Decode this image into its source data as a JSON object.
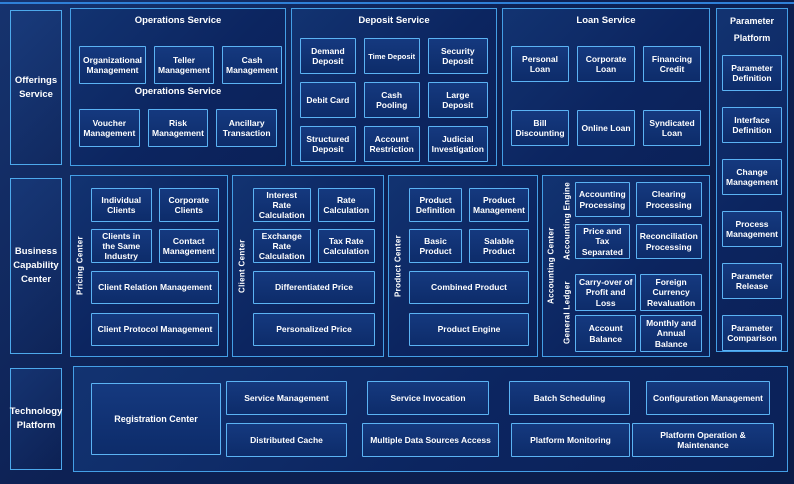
{
  "side_labels": {
    "offerings": "Offerings Service",
    "business": "Business Capability Center",
    "technology": "Technology Platform"
  },
  "operations": {
    "title": "Operations Service",
    "subtitle": "Operations Service",
    "items": [
      "Organizational Management",
      "Teller Management",
      "Cash Management",
      "Voucher Management",
      "Risk Management",
      "Ancillary Transaction"
    ]
  },
  "deposit": {
    "title": "Deposit Service",
    "items": [
      "Demand Deposit",
      "Time Deposit",
      "Security Deposit",
      "Debit Card",
      "Cash Pooling",
      "Large Deposit",
      "Structured Deposit",
      "Account Restriction",
      "Judicial Investigation"
    ]
  },
  "loan": {
    "title": "Loan Service",
    "items": [
      "Personal Loan",
      "Corporate Loan",
      "Financing Credit",
      "Bill Discounting",
      "Online Loan",
      "Syndicated Loan"
    ]
  },
  "parameter_platform": {
    "title": "Parameter Platform",
    "items": [
      "Parameter Definition",
      "Interface Definition",
      "Change Management",
      "Process Management",
      "Parameter Release",
      "Parameter Comparison"
    ]
  },
  "pricing_center": {
    "label": "Pricing Center",
    "items": [
      "Individual Clients",
      "Corporate Clients",
      "Clients in the Same Industry",
      "Contact Management"
    ],
    "wide": [
      "Client Relation Management",
      "Client Protocol Management"
    ]
  },
  "client_center": {
    "label": "Client Center",
    "items": [
      "Interest Rate Calculation",
      "Rate Calculation",
      "Exchange Rate Calculation",
      "Tax Rate Calculation"
    ],
    "wide": [
      "Differentiated Price",
      "Personalized Price"
    ]
  },
  "product_center": {
    "label": "Product Center",
    "items": [
      "Product Definition",
      "Product Management",
      "Basic Product",
      "Salable Product"
    ],
    "wide": [
      "Combined Product",
      "Product Engine"
    ]
  },
  "accounting_center": {
    "label": "Accounting Center",
    "engine_label": "Accounting Engine",
    "engine_items": [
      "Accounting Processing",
      "Clearing Processing",
      "Price and Tax Separated",
      "Reconciliation Processing"
    ],
    "ledger_label": "General Ledger",
    "ledger_items": [
      "Carry-over of Profit and Loss",
      "Foreign Currency Revaluation",
      "Account Balance",
      "Monthly and Annual Balance"
    ]
  },
  "technology": {
    "registration": "Registration Center",
    "boxes": [
      "Service Management",
      "Distributed Cache",
      "Service Invocation",
      "Multiple Data Sources Access",
      "Batch Scheduling",
      "Platform Monitoring",
      "Configuration Management",
      "Platform Operation & Maintenance"
    ]
  },
  "colors": {
    "background": "#0d2154",
    "panel_fill": "#0c2560",
    "panel_border": "#449fe6",
    "box_fill": "#0d2c6a",
    "box_border": "#5bb3f4",
    "text": "#ffffff"
  }
}
